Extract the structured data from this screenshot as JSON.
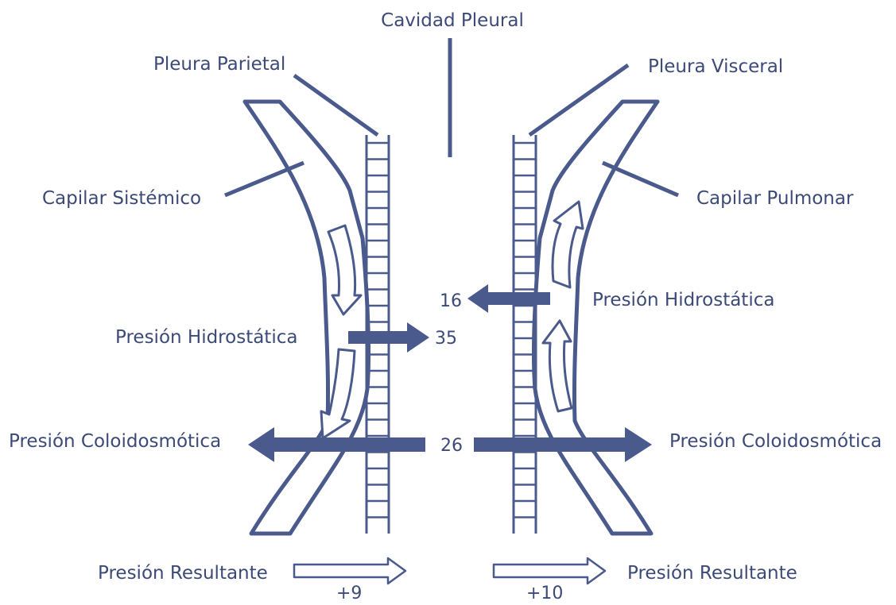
{
  "colors": {
    "main": "#4a5a8c",
    "text": "#3c4a78",
    "background": "#ffffff",
    "hollow_fill": "#ffffff"
  },
  "labels": {
    "cavidad_pleural": "Cavidad Pleural",
    "pleura_parietal": "Pleura Parietal",
    "pleura_visceral": "Pleura Visceral",
    "capilar_sistemico": "Capilar Sistémico",
    "capilar_pulmonar": "Capilar Pulmonar",
    "hidrostatica_izq": "Presión Hidrostática",
    "hidrostatica_der": "Presión Hidrostática",
    "coloidosmotica_izq": "Presión Coloidosmótica",
    "coloidosmotica_der": "Presión Coloidosmótica",
    "resultante_izq": "Presión Resultante",
    "resultante_der": "Presión Resultante"
  },
  "values": {
    "hidrostatica_sistemica": "35",
    "hidrostatica_pulmonar": "16",
    "coloidosmotica": "26",
    "resultante_sistemica": "+9",
    "resultante_pulmonar": "+10"
  }
}
